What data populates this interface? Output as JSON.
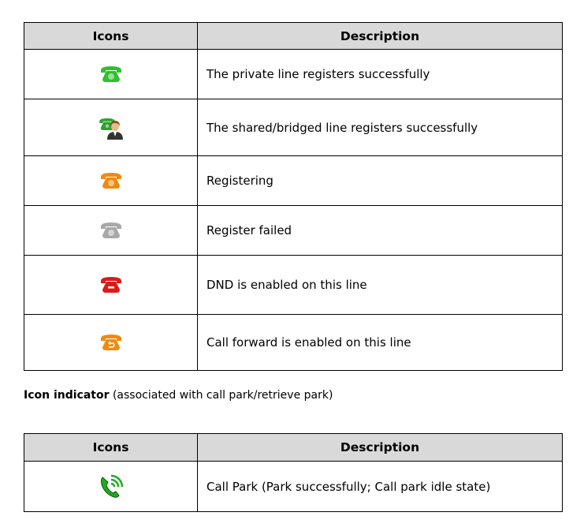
{
  "table1": {
    "headers": [
      "Icons",
      "Description"
    ],
    "rows": [
      {
        "icon": "phone-green-icon",
        "color": "#2fbf2f",
        "description": "The private line registers successfully"
      },
      {
        "icon": "phone-shared-user-icon",
        "color": "#2fa02f",
        "description": "The shared/bridged line registers successfully"
      },
      {
        "icon": "phone-orange-icon",
        "color": "#f08a10",
        "description": "Registering"
      },
      {
        "icon": "phone-gray-icon",
        "color": "#a8a8a8",
        "description": "Register failed"
      },
      {
        "icon": "phone-red-dnd-icon",
        "color": "#e01818",
        "description": "DND is enabled on this line"
      },
      {
        "icon": "phone-orange-forward-icon",
        "color": "#f08a10",
        "description": "Call forward is enabled on this line"
      }
    ]
  },
  "caption": {
    "bold": "Icon indicator",
    "rest": " (associated with call park/retrieve park)"
  },
  "table2": {
    "headers": [
      "Icons",
      "Description"
    ],
    "rows": [
      {
        "icon": "call-park-icon",
        "color": "#22aa22",
        "description": "Call Park (Park successfully; Call park idle state)"
      }
    ]
  }
}
